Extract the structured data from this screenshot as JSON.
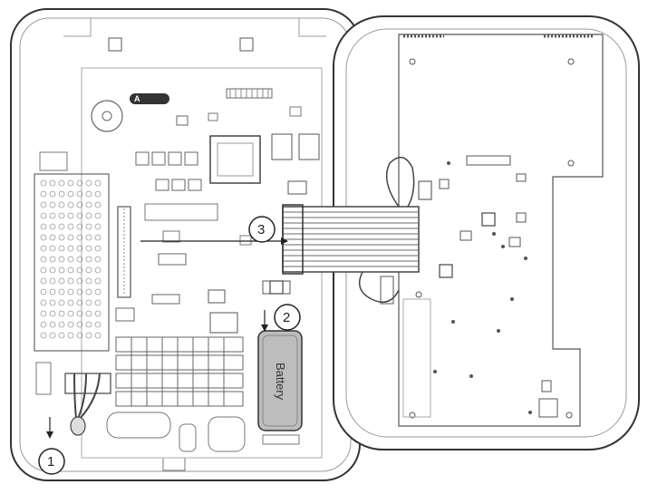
{
  "diagram": {
    "logo_text": "A",
    "battery_label": "Battery",
    "callouts": [
      {
        "label": "1"
      },
      {
        "label": "2"
      },
      {
        "label": "3"
      }
    ]
  },
  "colors": {
    "outline": "#333333",
    "light_line": "#9a9a9a",
    "cable": "#6a6a6a",
    "battery_fill": "#bdbdbd",
    "background": "#ffffff"
  }
}
